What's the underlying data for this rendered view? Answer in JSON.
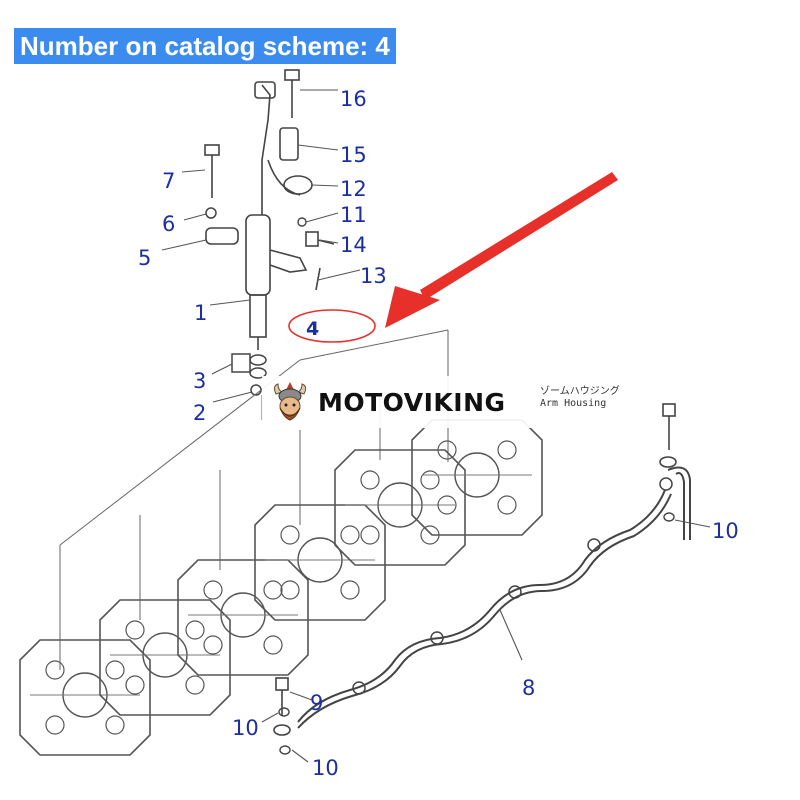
{
  "title": "Number on catalog scheme: 4",
  "watermark": {
    "brand": "MOTOVIKING"
  },
  "housing_note": {
    "line1": "ゾームハウジング",
    "line2": "Arm Housing"
  },
  "callouts": {
    "p16": "16",
    "p15": "15",
    "p12": "12",
    "p11": "11",
    "p14": "14",
    "p13": "13",
    "p7": "7",
    "p6": "6",
    "p5": "5",
    "p1": "1",
    "p4": "4",
    "p3": "3",
    "p2": "2",
    "p10a": "10",
    "p8": "8",
    "p9": "9",
    "p10b": "10",
    "p10c": "10"
  },
  "colors": {
    "title_bg": "#3c8cf0",
    "label": "#1c2fa0",
    "arrow": "#e8302a",
    "line": "#555555"
  }
}
